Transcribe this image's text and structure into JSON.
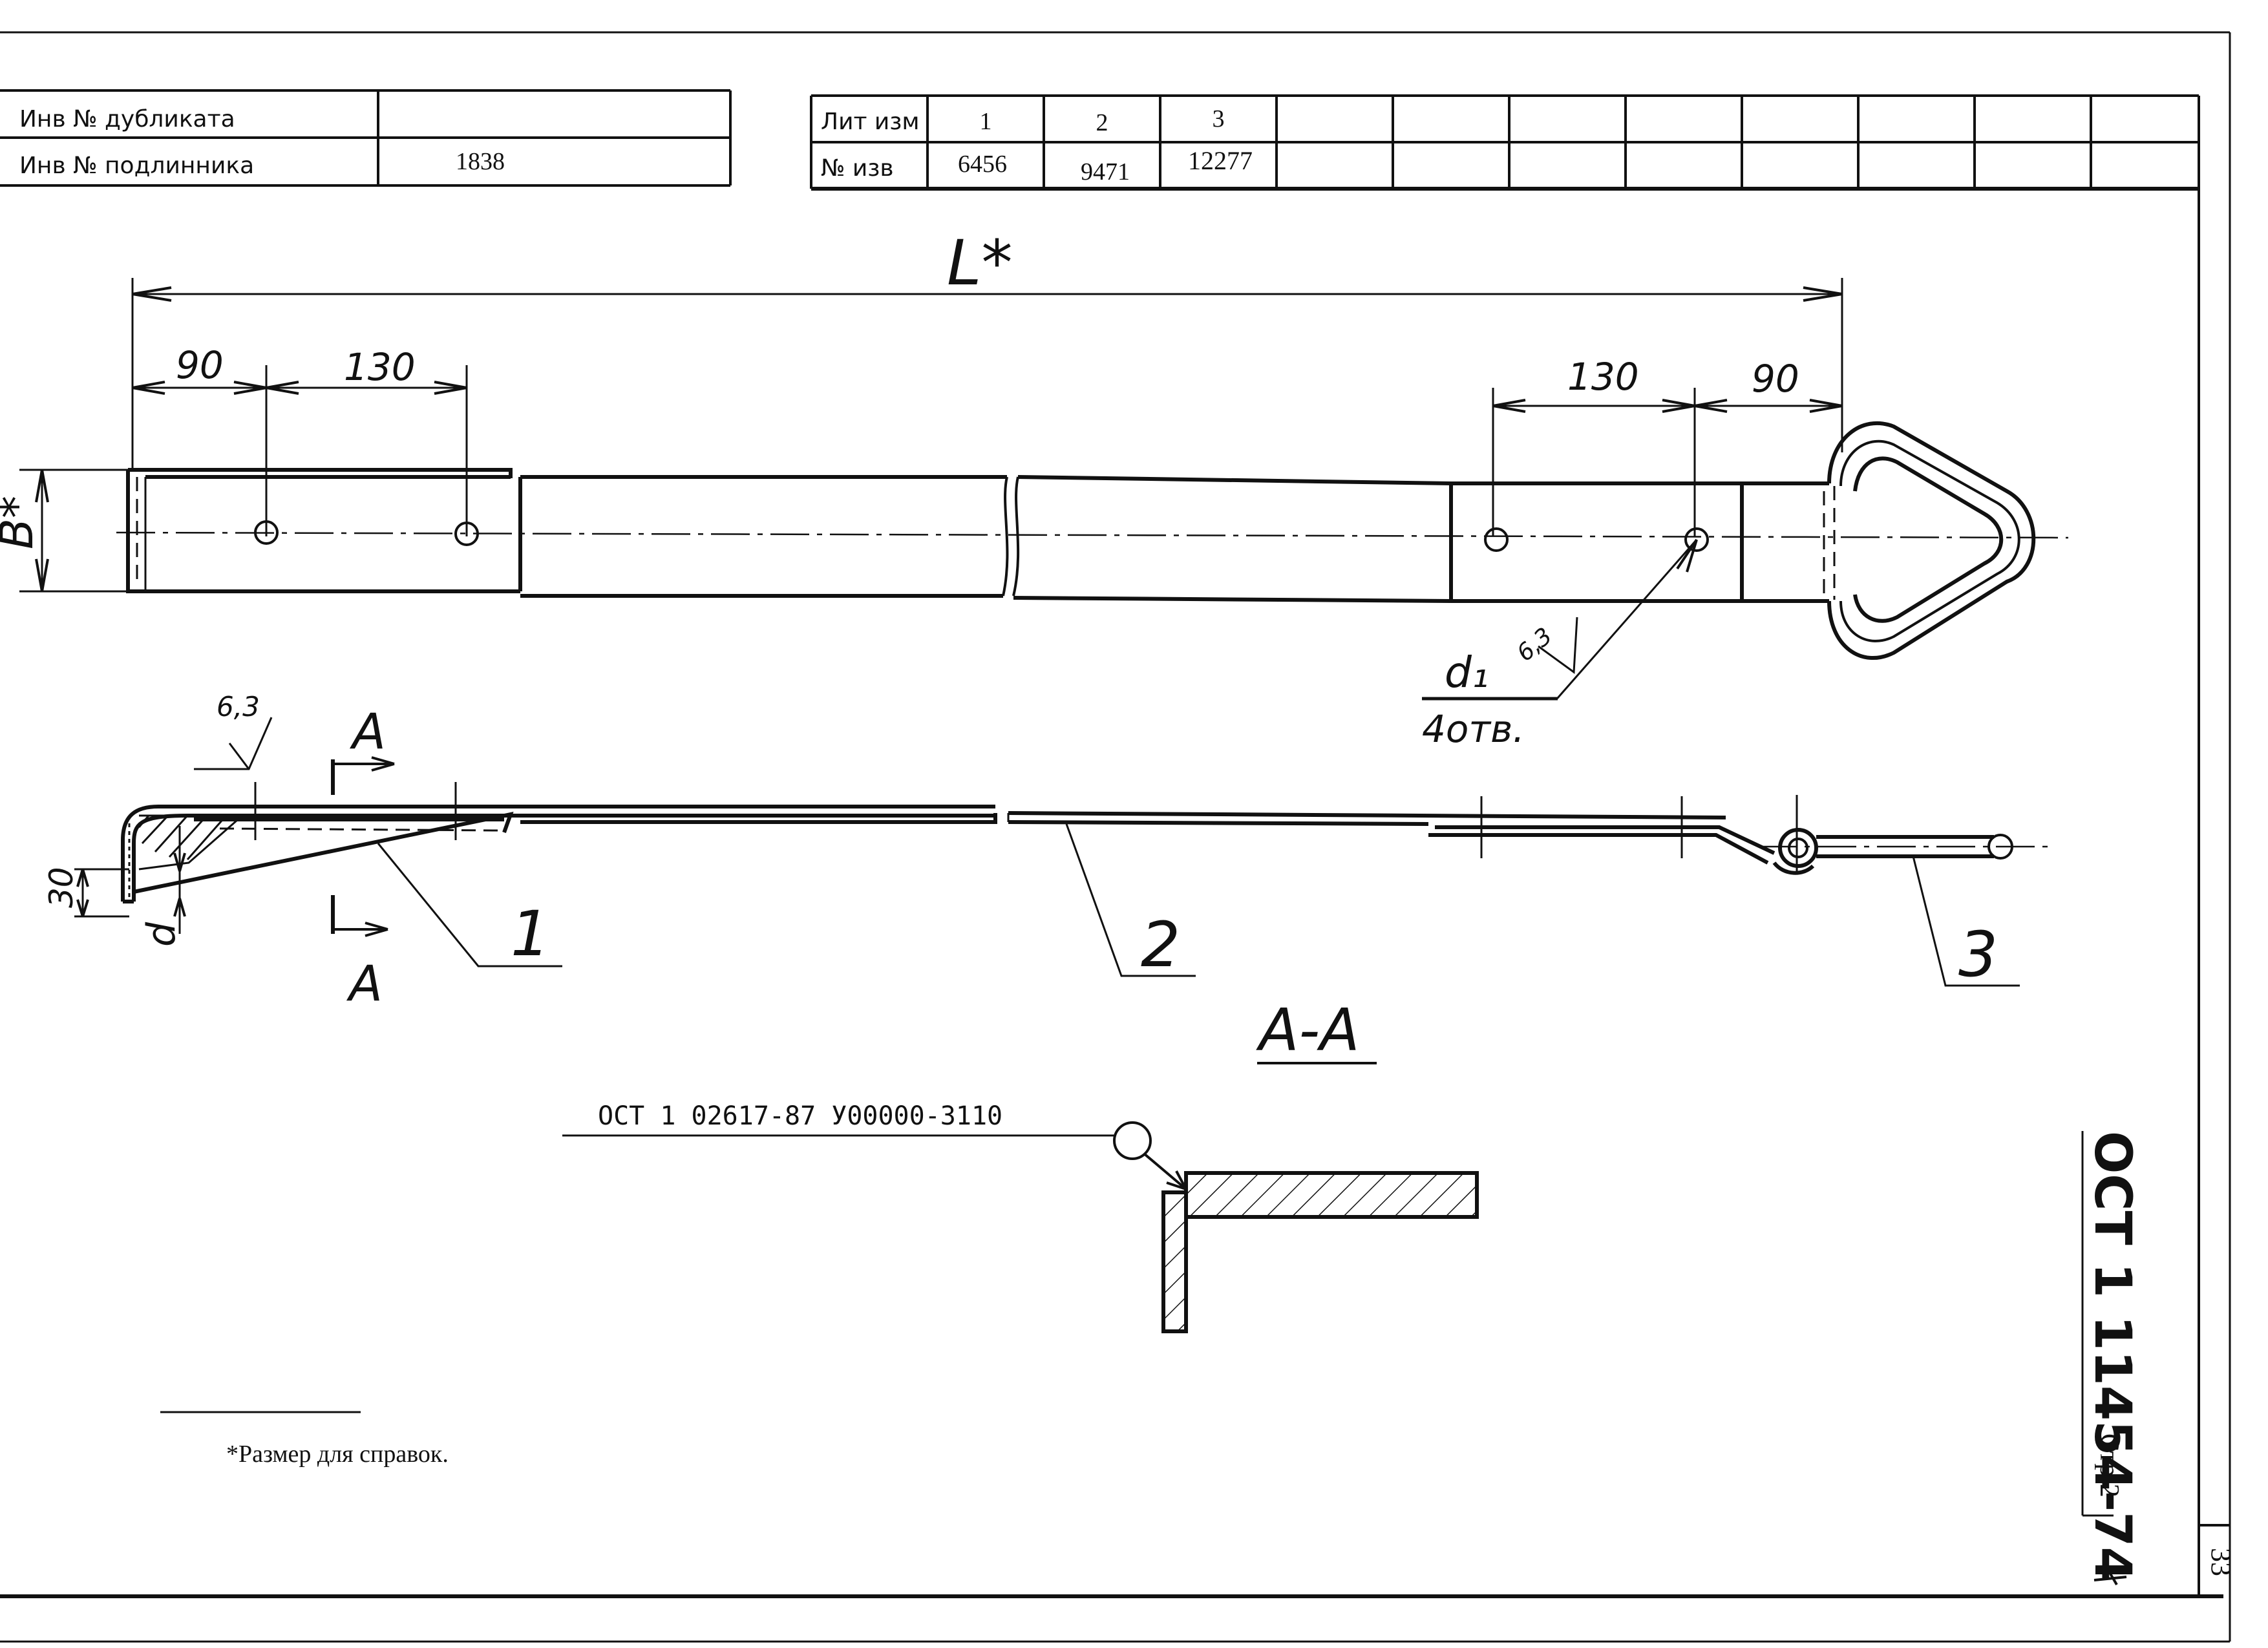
{
  "title_block_left": {
    "rows": [
      {
        "label": "Инв № дубликата",
        "value": ""
      },
      {
        "label": "Инв № подлинника",
        "value": "1838"
      }
    ]
  },
  "revision_table": {
    "row1_label": "Лит изм",
    "row2_label": "№ изв",
    "revisions": [
      "1",
      "2",
      "3"
    ],
    "notices": [
      "6456",
      "9471",
      "12277"
    ]
  },
  "dimensions": {
    "overall_length": "L*",
    "width": "B*",
    "left_edge": "90",
    "left_pitch": "130",
    "right_pitch": "130",
    "right_edge": "90",
    "roughness_top": "6,3",
    "hole_diameter": "d₁",
    "hole_count": "4отв.",
    "roughness_side": "6,3",
    "flange_height": "30",
    "thickness": "d"
  },
  "section_marks": {
    "cut_top": "A",
    "cut_bottom": "A",
    "section_title": "A-A"
  },
  "callouts": {
    "part_1": "1",
    "part_2": "2",
    "part_3": "3",
    "weld_note": "ОСТ 1 02617-87 У00000-3110"
  },
  "footnote": "*Размер для справок.",
  "standard": {
    "code": "ОСТ 1 11454-74",
    "page_label": "Стр.2",
    "sheet_number": "33"
  }
}
